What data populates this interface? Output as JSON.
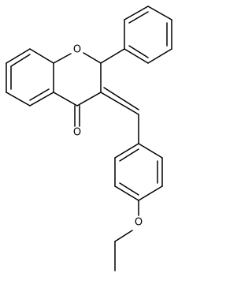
{
  "molecule": {
    "atoms": {
      "ring_oxygen": "O",
      "carbonyl_oxygen": "O",
      "ether_oxygen": "O"
    }
  }
}
